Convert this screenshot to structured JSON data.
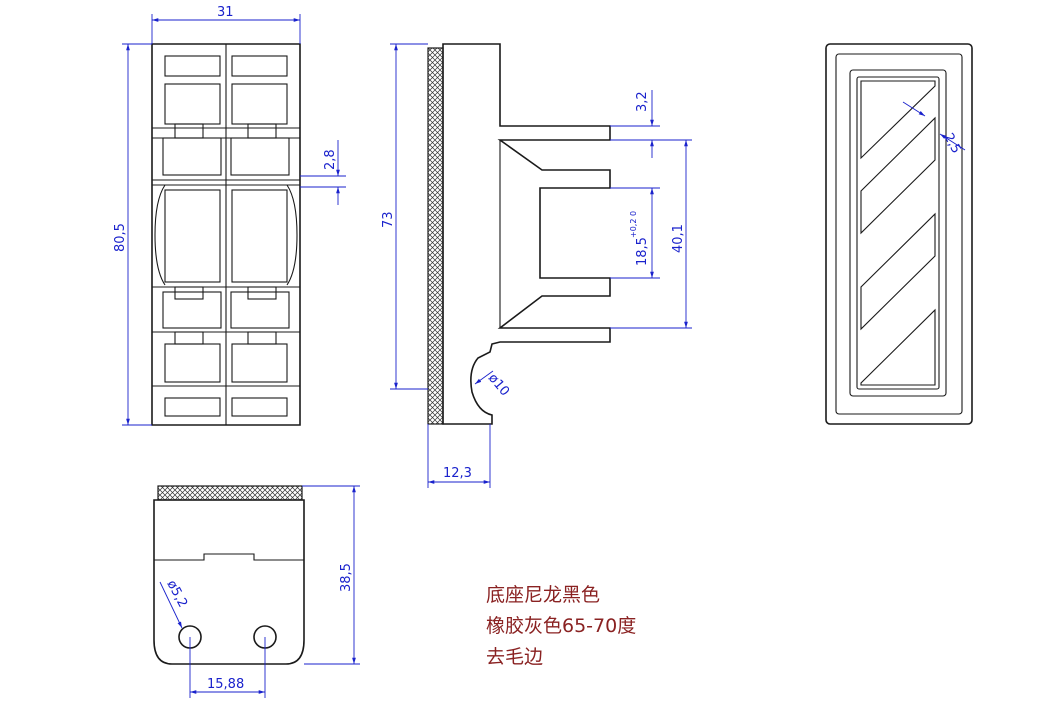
{
  "dimensions": {
    "top_width": "31",
    "total_height": "80,5",
    "slot_gap": "2,8",
    "side_height": "73",
    "top_step": "3,2",
    "opening_height": "40,1",
    "slot_width": "18,5",
    "slot_tolerance": "+0,2 0",
    "hole_diameter": "ø10",
    "thickness": "12,3",
    "rib_width": "2,5",
    "bottom_height": "38,5",
    "mount_hole_diameter": "ø5,2",
    "hole_spacing": "15,88"
  },
  "notes": [
    "底座尼龙黑色",
    "橡胶灰色65-70度",
    "去毛边"
  ]
}
